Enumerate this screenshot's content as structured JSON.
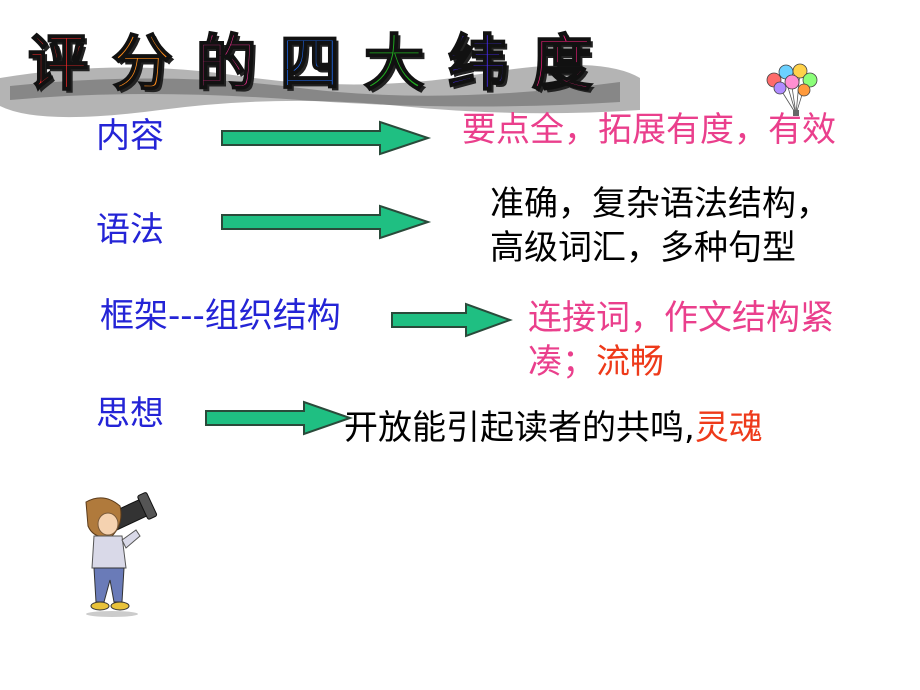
{
  "title": {
    "chars": [
      "评",
      "分",
      "的",
      "四",
      "大",
      "纬",
      "度"
    ],
    "colors": [
      "#ff2a2a",
      "#ff8c1a",
      "#ff3399",
      "#1f6fff",
      "#20b020",
      "#4a2cff",
      "#ff1f80"
    ]
  },
  "rows": [
    {
      "label": "内容",
      "desc_lines": [
        "要点全，拓展有度，有效"
      ]
    },
    {
      "label": "语法",
      "desc_lines": [
        "准确，复杂语法结构，",
        "高级词汇，多种句型"
      ]
    },
    {
      "label": "框架---组织结构",
      "desc_lines": [
        "连接词，作文结构紧",
        "凑；"
      ],
      "desc_tail": "流畅"
    },
    {
      "label": "思想",
      "desc_lines": [
        "开放能引起读者的共鸣,"
      ],
      "desc_tail": "灵魂"
    }
  ],
  "colors": {
    "label": "#2424d6",
    "pink": "#ea3f8c",
    "red": "#ee3a1a",
    "arrow_fill": "#1fbf82",
    "arrow_stroke": "#2a4a3a"
  },
  "icons": {
    "top_right": "balloon-bunch-icon",
    "bottom_left": "telescope-kid-icon"
  }
}
